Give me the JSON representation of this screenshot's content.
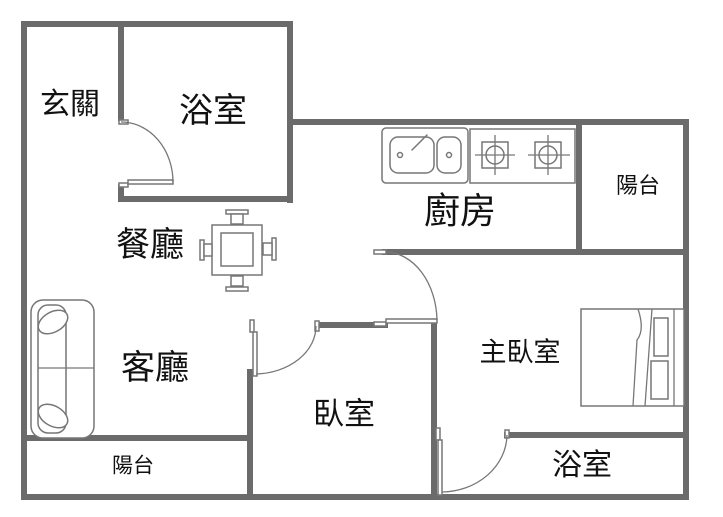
{
  "rooms": {
    "entrance": "玄關",
    "bathroom_top": "浴室",
    "dining": "餐廳",
    "living": "客廳",
    "balcony_left": "陽台",
    "bedroom": "臥室",
    "kitchen": "廚房",
    "balcony_right": "陽台",
    "master_bedroom": "主臥室",
    "bathroom_bottom": "浴室"
  },
  "colors": {
    "wall": "#6b6b6b",
    "fixture": "#777777"
  }
}
